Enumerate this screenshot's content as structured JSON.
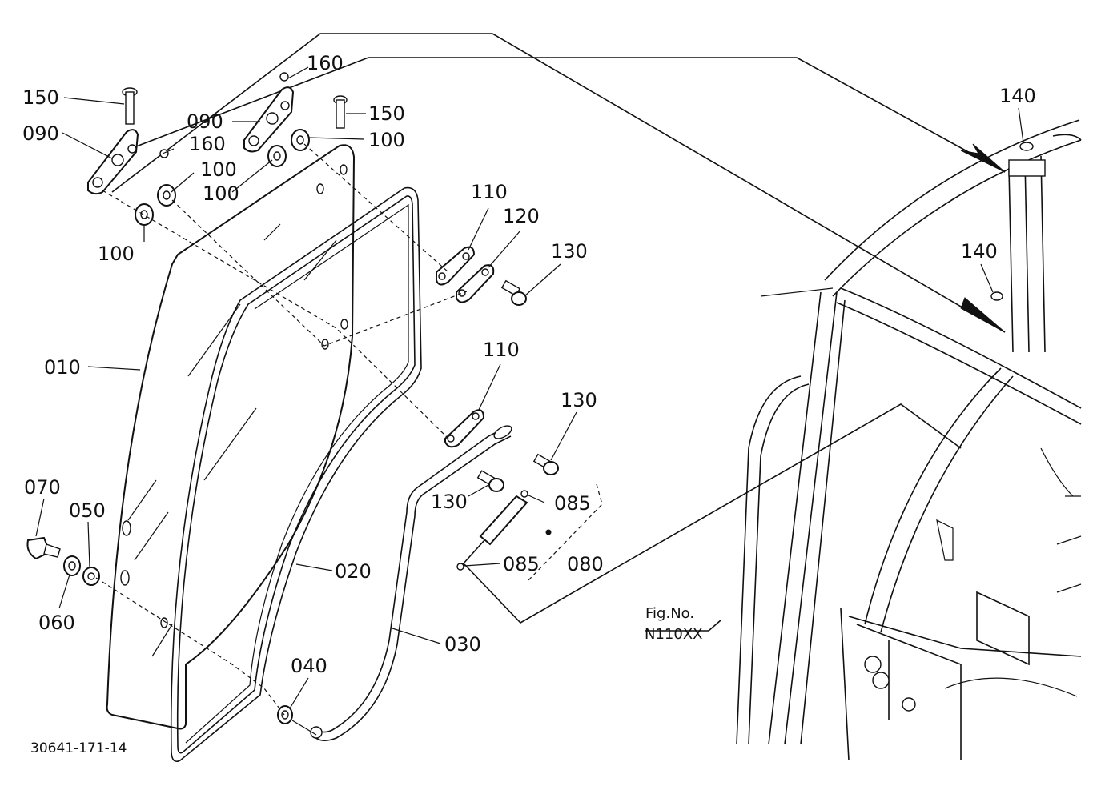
{
  "diagram": {
    "drawing_code": "30641-171-14",
    "figure_reference": {
      "label": "Fig.No.",
      "number": "N110XX"
    },
    "callouts": {
      "c010": "010",
      "c020": "020",
      "c030": "030",
      "c040": "040",
      "c050": "050",
      "c060": "060",
      "c070": "070",
      "c080": "080",
      "c085a": "085",
      "c085b": "085",
      "c090a": "090",
      "c090b": "090",
      "c100a": "100",
      "c100b": "100",
      "c100c": "100",
      "c100d": "100",
      "c110a": "110",
      "c110b": "110",
      "c120": "120",
      "c130a": "130",
      "c130b": "130",
      "c130c": "130",
      "c140a": "140",
      "c140b": "140",
      "c150a": "150",
      "c150b": "150",
      "c160a": "160",
      "c160b": "160"
    }
  }
}
